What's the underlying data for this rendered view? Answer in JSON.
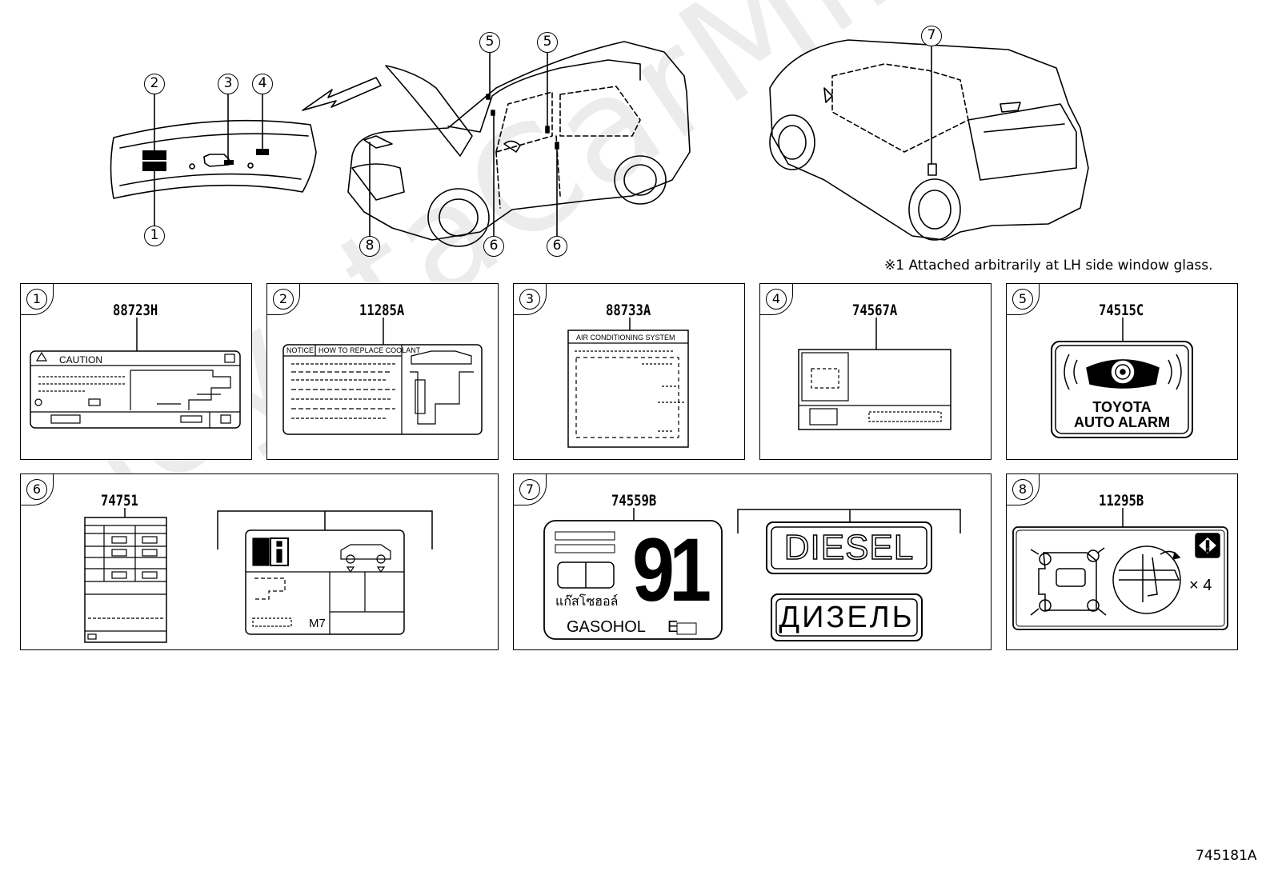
{
  "watermark": "ToyotaCarMine.ru",
  "callouts": {
    "c1": "1",
    "c2": "2",
    "c3": "3",
    "c4": "4",
    "c5a": "5",
    "c5b": "5",
    "c6a": "6",
    "c6b": "6",
    "c7": "7",
    "c8": "8"
  },
  "note": "※1 Attached arbitrarily at LH side window glass.",
  "figure_id": "745181A",
  "panels": [
    {
      "num": "1",
      "part": "88723H"
    },
    {
      "num": "2",
      "part": "11285A"
    },
    {
      "num": "3",
      "part": "88733A"
    },
    {
      "num": "4",
      "part": "74567A"
    },
    {
      "num": "5",
      "part": "74515C"
    },
    {
      "num": "6",
      "part": "74751"
    },
    {
      "num": "7",
      "part": "74559B"
    },
    {
      "num": "8",
      "part": "11295B"
    }
  ],
  "label_texts": {
    "caution": "CAUTION",
    "notice": "NOTICE",
    "how_to_replace": "HOW TO REPLACE COOLANT",
    "air_conditioning": "AIR CONDITIONING SYSTEM",
    "toyota": "TOYOTA",
    "auto_alarm": "AUTO ALARM",
    "m7": "M7",
    "octane": "91",
    "gasohol": "GASOHOL",
    "e": "E",
    "thai": "แก๊สโซฮอล์",
    "diesel": "DIESEL",
    "diesel_ru": "ДИЗЕЛЬ",
    "times4": "× 4"
  },
  "colors": {
    "line": "#000000",
    "watermark": "#ececec",
    "background": "#ffffff"
  }
}
